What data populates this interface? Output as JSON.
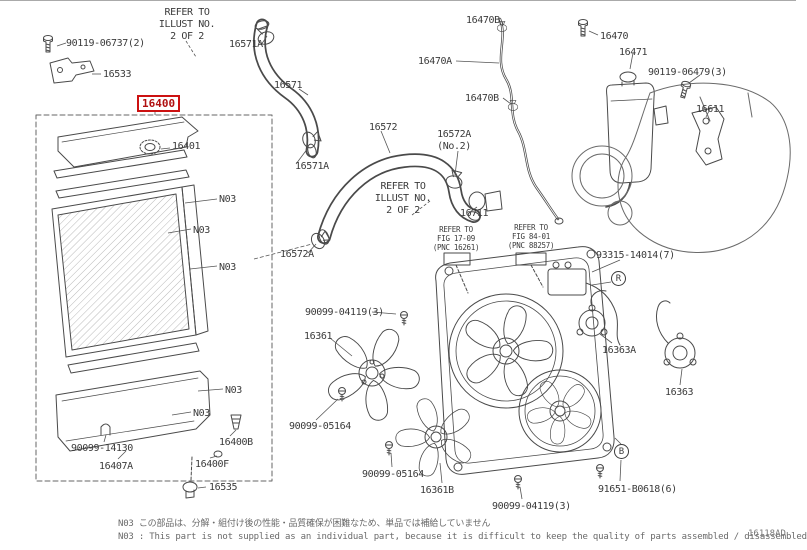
{
  "meta": {
    "diagram_id": "16118AD"
  },
  "colors": {
    "highlight": "#cc1111",
    "line": "#4a4a4a"
  },
  "labels": {
    "bolt_06737": {
      "text": "90119-06737(2)"
    },
    "bracket_16533": {
      "text": "16533"
    },
    "refer_illust_top": {
      "text": "REFER TO\nILLUST NO.\n2 OF 2"
    },
    "clamp_16571a_top": {
      "text": "16571A"
    },
    "hose_16571": {
      "text": "16571"
    },
    "radiator_16400": {
      "text": "16400"
    },
    "cap_16401": {
      "text": "16401"
    },
    "clamp_16571a_mid": {
      "text": "16571A"
    },
    "hose_16572": {
      "text": "16572"
    },
    "clamp_16572a_no2": {
      "text": "16572A\n(No.2)"
    },
    "clamp_16470b_top": {
      "text": "16470B"
    },
    "hose_16470a": {
      "text": "16470A"
    },
    "clamp_16470b_mid": {
      "text": "16470B"
    },
    "tank_16470": {
      "text": "16470"
    },
    "cap_16471": {
      "text": "16471"
    },
    "bolt_06479": {
      "text": "90119-06479(3)"
    },
    "bracket_16611": {
      "text": "16611"
    },
    "refer_illust_mid": {
      "text": "REFER TO\nILLUST NO.\n2 OF 2"
    },
    "inlet_16711": {
      "text": "16711"
    },
    "clamp_16572a_left": {
      "text": "16572A"
    },
    "refer_fig_1709": {
      "text": "REFER TO\nFIG 17-09\n(PNC 16261)"
    },
    "refer_fig_8401": {
      "text": "REFER TO\nFIG 84-01\n(PNC 88257)"
    },
    "sensor_93315": {
      "text": "93315-14014(7)"
    },
    "n03_1": {
      "text": "N03"
    },
    "n03_2": {
      "text": "N03"
    },
    "n03_3": {
      "text": "N03"
    },
    "n03_4": {
      "text": "N03"
    },
    "n03_5": {
      "text": "N03"
    },
    "screw_04119_top": {
      "text": "90099-04119(3)"
    },
    "fan_16361": {
      "text": "16361"
    },
    "motor_16363a": {
      "text": "16363A"
    },
    "motor_16363": {
      "text": "16363"
    },
    "screw_05164_left": {
      "text": "90099-05164"
    },
    "clip_14130": {
      "text": "90099-14130"
    },
    "support_16407a": {
      "text": "16407A"
    },
    "plug_16400b": {
      "text": "16400B"
    },
    "grommet_16400f": {
      "text": "16400F"
    },
    "drain_16535": {
      "text": "16535"
    },
    "screw_05164_bottom": {
      "text": "90099-05164"
    },
    "fan_16361b": {
      "text": "16361B"
    },
    "screw_04119_bottom": {
      "text": "90099-04119(3)"
    },
    "bolt_91651": {
      "text": "91651-B0618(6)"
    }
  },
  "callouts": {
    "r": "R",
    "b": "B"
  },
  "notes": {
    "jp": "N03 この部品は、分解・組付け後の性能・品質確保が困難なため、単品では補給していません",
    "en": "N03 : This part is not supplied as an individual part, because it is difficult to keep the quality of parts assembled / disassembled"
  }
}
